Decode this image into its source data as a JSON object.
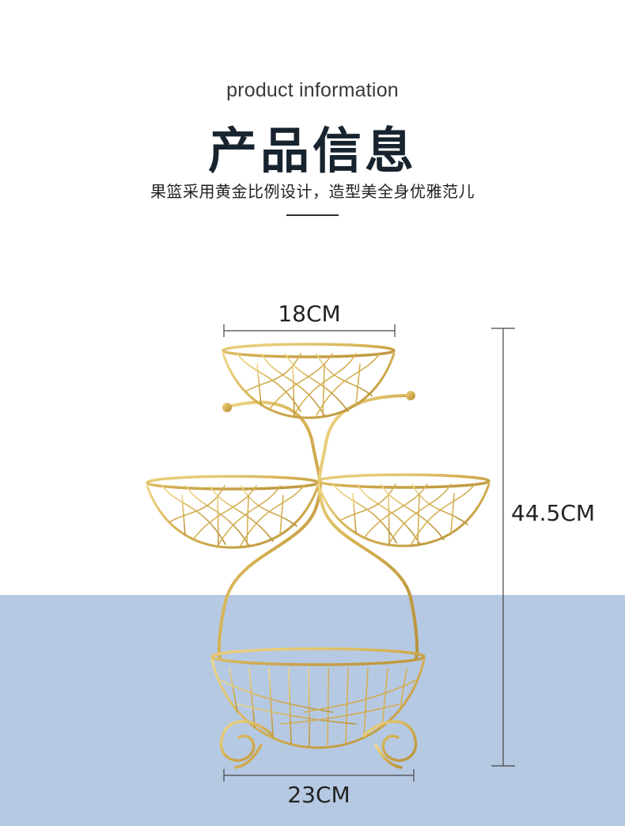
{
  "header": {
    "subtitle_en": "product information",
    "title_cn": "产品信息",
    "tagline": "果篮采用黄金比例设计，造型美全身优雅范儿"
  },
  "dimensions": {
    "top_width": "18CM",
    "height": "44.5CM",
    "bottom_width": "23CM"
  },
  "colors": {
    "gold": "#d9b85a",
    "band": "#b6c9e3",
    "title": "#17242f"
  }
}
